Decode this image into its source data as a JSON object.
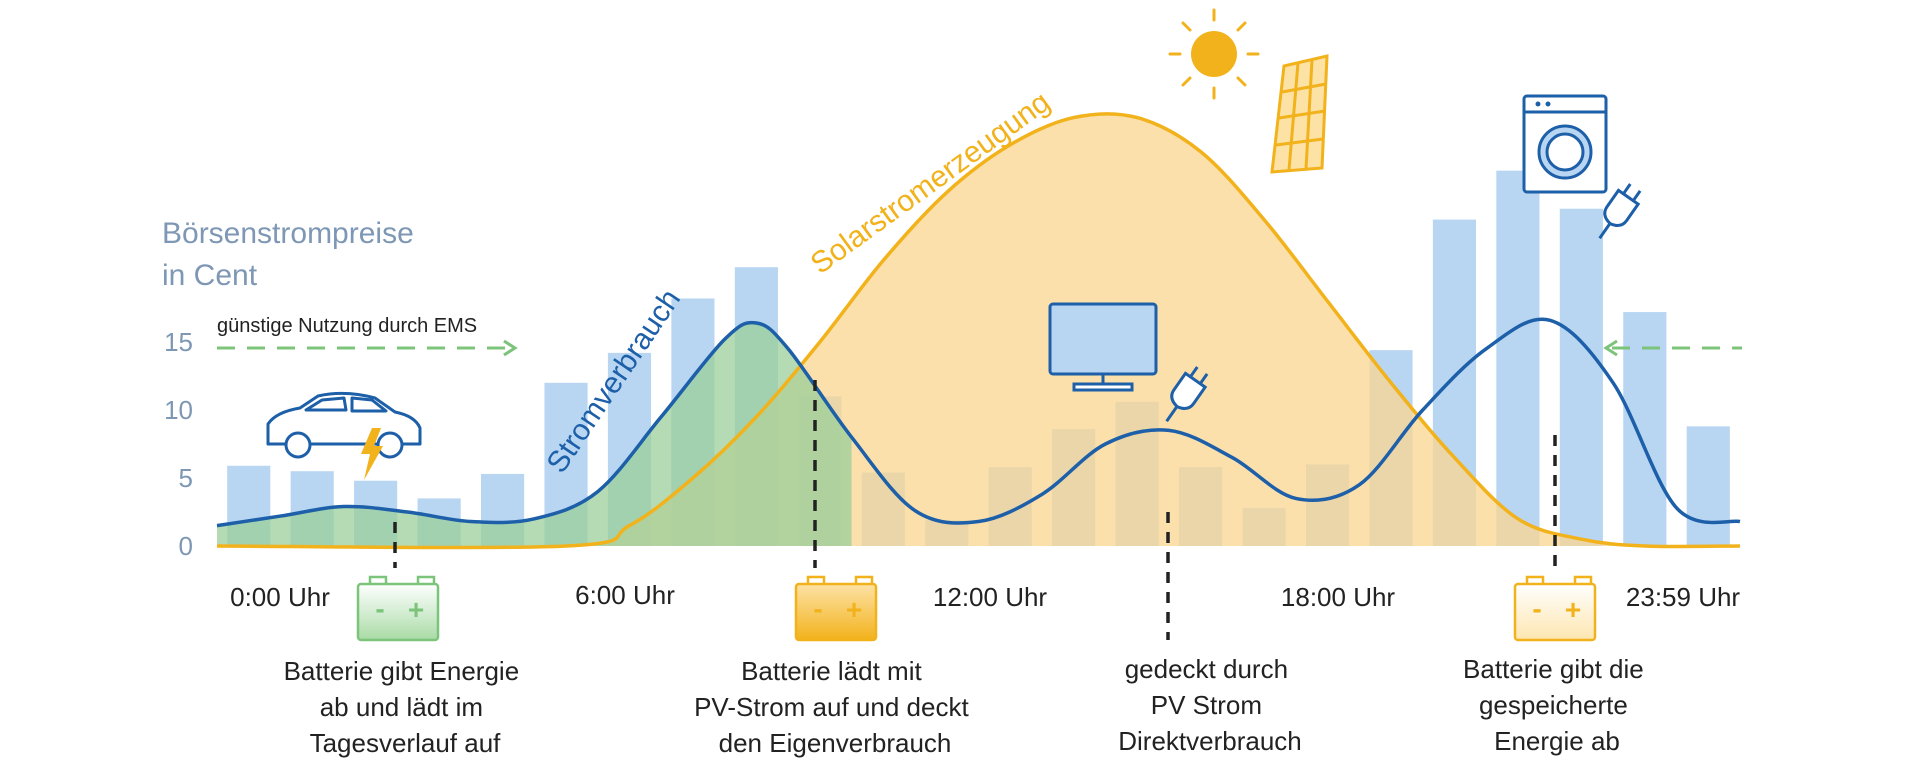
{
  "chart_data": {
    "type": "bar",
    "ylabel_lines": [
      "Börsenstrompreise",
      "in Cent"
    ],
    "y_ticks": [
      0,
      5,
      10,
      15
    ],
    "ylim": [
      0,
      24
    ],
    "x_tick_labels": [
      "0:00 Uhr",
      "6:00 Uhr",
      "12:00 Uhr",
      "18:00 Uhr",
      "23:59 Uhr"
    ],
    "bar_values": [
      5.9,
      5.5,
      4.8,
      3.5,
      5.3,
      12.0,
      14.2,
      18.2,
      20.5,
      11.0,
      5.4,
      1.9,
      5.8,
      8.6,
      10.6,
      5.8,
      2.8,
      6.0,
      14.4,
      24.0,
      27.6,
      24.8,
      17.2,
      8.8
    ],
    "series": [
      {
        "name": "Stromverbrauch",
        "color": "#1d5fa8",
        "x": [
          0,
          1,
          2,
          3,
          4,
          5,
          6,
          7,
          8,
          8.5,
          9,
          10,
          11,
          12,
          13,
          14,
          15,
          16,
          17,
          18,
          19,
          20,
          21,
          22,
          23,
          24
        ],
        "y": [
          1.5,
          2.2,
          2.9,
          2.5,
          1.8,
          2.0,
          4.0,
          9.5,
          15.2,
          16.4,
          14.5,
          8.0,
          2.6,
          1.8,
          3.8,
          7.5,
          8.5,
          6.5,
          3.5,
          4.5,
          10.0,
          14.5,
          16.6,
          12.0,
          2.8,
          1.8
        ]
      },
      {
        "name": "Solarstromerzeugung",
        "color": "#f2b21b",
        "x": [
          0,
          5.5,
          6.5,
          7.5,
          8.5,
          9.5,
          10.5,
          11.5,
          12.5,
          13.5,
          14.5,
          15.5,
          16.5,
          17.5,
          18.5,
          19.5,
          20.5,
          21.5,
          22.5,
          24
        ],
        "y": [
          0,
          0,
          1.5,
          5.0,
          9.5,
          15.0,
          21.0,
          26.0,
          29.5,
          31.5,
          31.5,
          29.0,
          24.0,
          18.0,
          12.0,
          6.5,
          2.0,
          0.5,
          0,
          0
        ]
      }
    ],
    "ems_note": "günstige Nutzung durch EMS",
    "battery_signs": {
      "minus": "-",
      "plus": "+"
    },
    "annotations": [
      {
        "lines": [
          "Batterie gibt Energie",
          "ab und lädt im",
          "Tagesverlauf auf"
        ]
      },
      {
        "lines": [
          "Batterie lädt mit",
          "PV-Strom auf und deckt",
          "den Eigenverbrauch"
        ]
      },
      {
        "lines": [
          "gedeckt durch",
          "PV Strom",
          "Direktverbrauch"
        ]
      },
      {
        "lines": [
          "Batterie gibt die",
          "gespeicherte",
          "Energie ab"
        ]
      }
    ],
    "colors": {
      "price_bar": "#b8d6f2",
      "price_label": "#7d97b5",
      "consumption_fill": "#9bcf9a",
      "solar_fill": "#fbd590",
      "solar_line": "#f2b21b",
      "consumption_line": "#1d5fa8",
      "ems_arrow": "#7cc47a",
      "icon_blue": "#1d5fa8",
      "icon_orange": "#f2b21b",
      "battery_green": "#7cc47a",
      "text": "#222222"
    }
  }
}
